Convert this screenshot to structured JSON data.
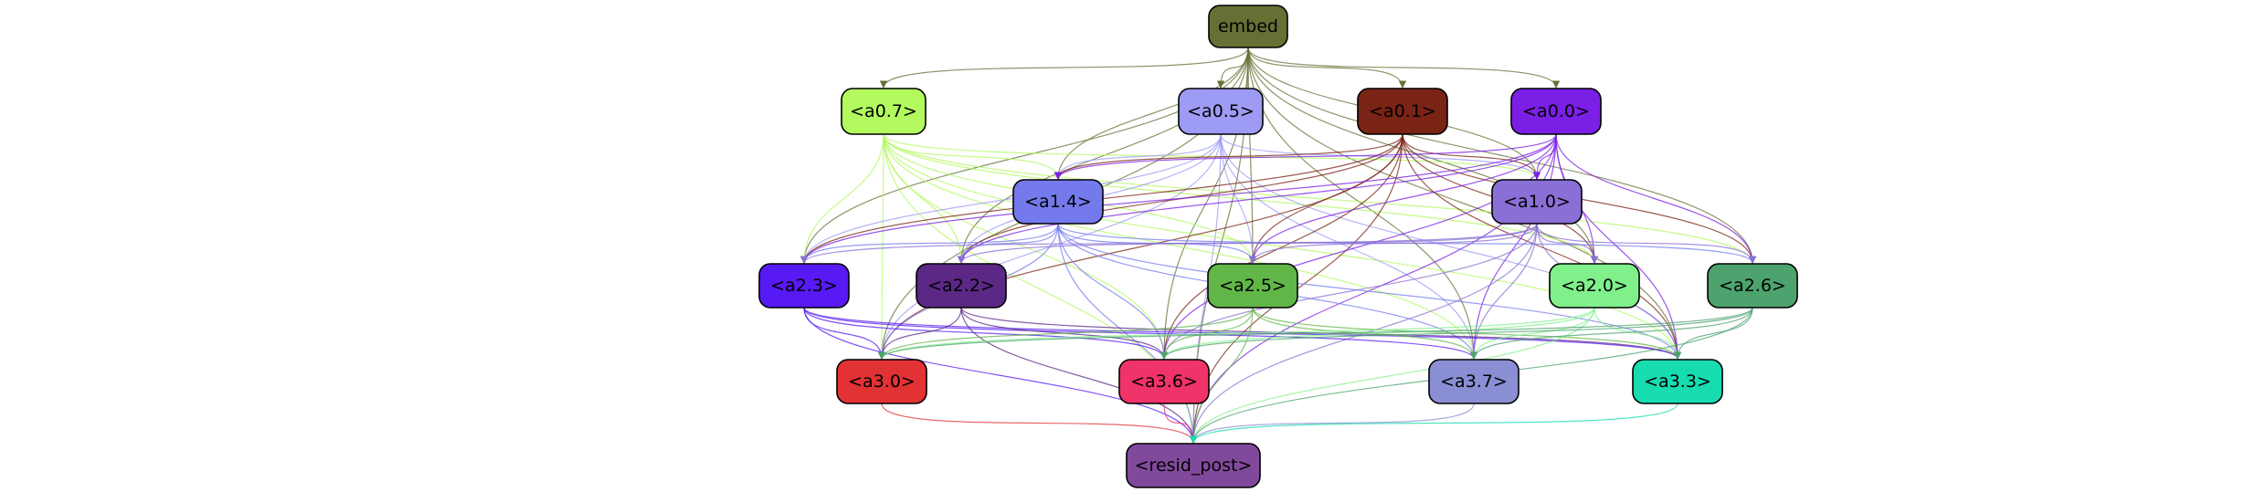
{
  "graph": {
    "nodes": [
      {
        "id": "embed",
        "label": "embed",
        "color": "#667035"
      },
      {
        "id": "a0_7",
        "label": "<a0.7>",
        "color": "#b2fa5e"
      },
      {
        "id": "a0_5",
        "label": "<a0.5>",
        "color": "#9e9bf4"
      },
      {
        "id": "a0_1",
        "label": "<a0.1>",
        "color": "#7a2416"
      },
      {
        "id": "a0_0",
        "label": "<a0.0>",
        "color": "#7b1ee6"
      },
      {
        "id": "a1_4",
        "label": "<a1.4>",
        "color": "#747aec"
      },
      {
        "id": "a1_0",
        "label": "<a1.0>",
        "color": "#8a6fd6"
      },
      {
        "id": "a2_3",
        "label": "<a2.3>",
        "color": "#5719f4"
      },
      {
        "id": "a2_2",
        "label": "<a2.2>",
        "color": "#5b2886"
      },
      {
        "id": "a2_5",
        "label": "<a2.5>",
        "color": "#61b648"
      },
      {
        "id": "a2_0",
        "label": "<a2.0>",
        "color": "#80f08a"
      },
      {
        "id": "a2_6",
        "label": "<a2.6>",
        "color": "#4ca36e"
      },
      {
        "id": "a3_0",
        "label": "<a3.0>",
        "color": "#e23234"
      },
      {
        "id": "a3_6",
        "label": "<a3.6>",
        "color": "#f03368"
      },
      {
        "id": "a3_7",
        "label": "<a3.7>",
        "color": "#8a8fd3"
      },
      {
        "id": "a3_3",
        "label": "<a3.3>",
        "color": "#17dcaf"
      },
      {
        "id": "resid_post",
        "label": "<resid_post>",
        "color": "#81499c"
      }
    ],
    "edges": [
      [
        "embed",
        "a0_7"
      ],
      [
        "embed",
        "a0_5"
      ],
      [
        "embed",
        "a0_1"
      ],
      [
        "embed",
        "a0_0"
      ],
      [
        "embed",
        "a1_4"
      ],
      [
        "embed",
        "a1_0"
      ],
      [
        "embed",
        "a2_3"
      ],
      [
        "embed",
        "a2_2"
      ],
      [
        "embed",
        "a2_5"
      ],
      [
        "embed",
        "a2_0"
      ],
      [
        "embed",
        "a2_6"
      ],
      [
        "embed",
        "a3_0"
      ],
      [
        "embed",
        "a3_6"
      ],
      [
        "embed",
        "a3_7"
      ],
      [
        "embed",
        "a3_3"
      ],
      [
        "embed",
        "resid_post"
      ],
      [
        "a0_7",
        "a1_4"
      ],
      [
        "a0_7",
        "a1_0"
      ],
      [
        "a0_7",
        "a2_3"
      ],
      [
        "a0_7",
        "a2_2"
      ],
      [
        "a0_7",
        "a2_5"
      ],
      [
        "a0_7",
        "a2_0"
      ],
      [
        "a0_7",
        "a2_6"
      ],
      [
        "a0_7",
        "a3_0"
      ],
      [
        "a0_7",
        "a3_6"
      ],
      [
        "a0_7",
        "a3_7"
      ],
      [
        "a0_7",
        "a3_3"
      ],
      [
        "a0_7",
        "resid_post"
      ],
      [
        "a0_5",
        "a1_4"
      ],
      [
        "a0_5",
        "a1_0"
      ],
      [
        "a0_5",
        "a2_3"
      ],
      [
        "a0_5",
        "a2_2"
      ],
      [
        "a0_5",
        "a2_5"
      ],
      [
        "a0_5",
        "a3_0"
      ],
      [
        "a0_5",
        "a3_7"
      ],
      [
        "a0_5",
        "a3_3"
      ],
      [
        "a0_5",
        "resid_post"
      ],
      [
        "a0_1",
        "a1_4"
      ],
      [
        "a0_1",
        "a1_0"
      ],
      [
        "a0_1",
        "a2_3"
      ],
      [
        "a0_1",
        "a2_2"
      ],
      [
        "a0_1",
        "a2_5"
      ],
      [
        "a0_1",
        "a2_0"
      ],
      [
        "a0_1",
        "a2_6"
      ],
      [
        "a0_1",
        "a3_0"
      ],
      [
        "a0_1",
        "a3_6"
      ],
      [
        "a0_1",
        "a3_3"
      ],
      [
        "a0_1",
        "resid_post"
      ],
      [
        "a0_0",
        "a1_4"
      ],
      [
        "a0_0",
        "a1_0"
      ],
      [
        "a0_0",
        "a2_3"
      ],
      [
        "a0_0",
        "a2_2"
      ],
      [
        "a0_0",
        "a2_5"
      ],
      [
        "a0_0",
        "a2_0"
      ],
      [
        "a0_0",
        "a2_6"
      ],
      [
        "a0_0",
        "a3_6"
      ],
      [
        "a0_0",
        "a3_7"
      ],
      [
        "a0_0",
        "a3_3"
      ],
      [
        "a0_0",
        "resid_post"
      ],
      [
        "a1_4",
        "a2_3"
      ],
      [
        "a1_4",
        "a2_2"
      ],
      [
        "a1_4",
        "a2_5"
      ],
      [
        "a1_4",
        "a2_6"
      ],
      [
        "a1_4",
        "a3_0"
      ],
      [
        "a1_4",
        "a3_6"
      ],
      [
        "a1_4",
        "a3_7"
      ],
      [
        "a1_4",
        "a3_3"
      ],
      [
        "a1_4",
        "resid_post"
      ],
      [
        "a1_0",
        "a2_3"
      ],
      [
        "a1_0",
        "a2_2"
      ],
      [
        "a1_0",
        "a2_5"
      ],
      [
        "a1_0",
        "a2_0"
      ],
      [
        "a1_0",
        "a2_6"
      ],
      [
        "a1_0",
        "a3_6"
      ],
      [
        "a1_0",
        "a3_7"
      ],
      [
        "a1_0",
        "a3_3"
      ],
      [
        "a1_0",
        "resid_post"
      ],
      [
        "a2_3",
        "a3_0"
      ],
      [
        "a2_3",
        "a3_6"
      ],
      [
        "a2_3",
        "a3_7"
      ],
      [
        "a2_3",
        "a3_3"
      ],
      [
        "a2_3",
        "resid_post"
      ],
      [
        "a2_2",
        "a3_0"
      ],
      [
        "a2_2",
        "a3_6"
      ],
      [
        "a2_2",
        "a3_3"
      ],
      [
        "a2_2",
        "resid_post"
      ],
      [
        "a2_5",
        "a3_0"
      ],
      [
        "a2_5",
        "a3_6"
      ],
      [
        "a2_5",
        "a3_7"
      ],
      [
        "a2_5",
        "a3_3"
      ],
      [
        "a2_5",
        "resid_post"
      ],
      [
        "a2_0",
        "a3_0"
      ],
      [
        "a2_0",
        "a3_6"
      ],
      [
        "a2_0",
        "a3_7"
      ],
      [
        "a2_0",
        "a3_3"
      ],
      [
        "a2_0",
        "resid_post"
      ],
      [
        "a2_6",
        "a3_0"
      ],
      [
        "a2_6",
        "a3_6"
      ],
      [
        "a2_6",
        "a3_7"
      ],
      [
        "a2_6",
        "a3_3"
      ],
      [
        "a2_6",
        "resid_post"
      ],
      [
        "a3_0",
        "resid_post"
      ],
      [
        "a3_6",
        "resid_post"
      ],
      [
        "a3_7",
        "resid_post"
      ],
      [
        "a3_3",
        "resid_post"
      ]
    ]
  }
}
